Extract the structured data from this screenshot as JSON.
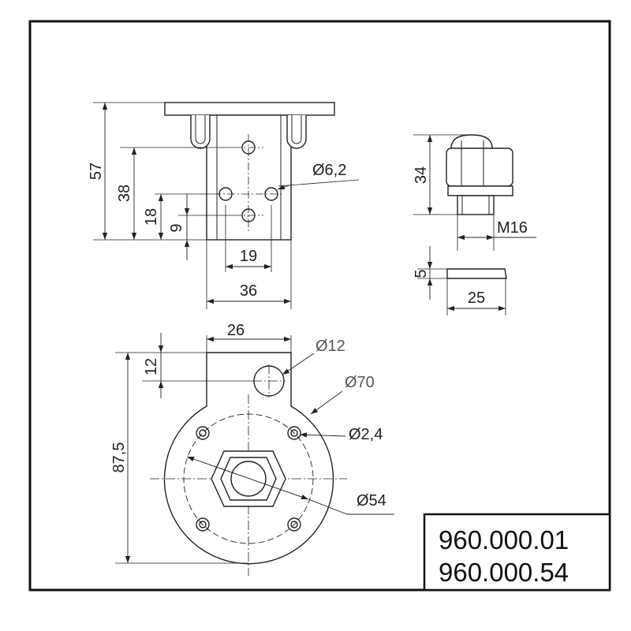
{
  "part_numbers": [
    "960.000.01",
    "960.000.54"
  ],
  "front_view": {
    "dimensions": {
      "height_total": "57",
      "height_bracket": "38",
      "hole_upper": "18",
      "hole_lower": "9",
      "hole_spacing": "19",
      "bracket_width": "36",
      "hole_diameter": "Ø6,2"
    }
  },
  "gland_view": {
    "dimensions": {
      "height": "34",
      "thread": "M16"
    }
  },
  "nut_view": {
    "dimensions": {
      "thickness": "5",
      "width": "25"
    }
  },
  "bottom_view": {
    "dimensions": {
      "neck_width": "26",
      "neck_offset": "12",
      "hole_diameter": "Ø12",
      "outer_diameter": "Ø70",
      "screw_diameter": "Ø2,4",
      "bolt_circle": "Ø54",
      "total_length": "87,5"
    }
  }
}
